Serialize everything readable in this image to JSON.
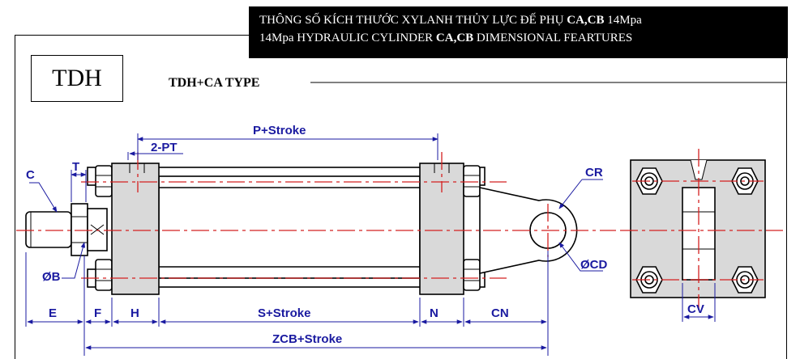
{
  "header": {
    "line1_prefix": "THÔNG SỐ KÍCH THƯỚC XYLANH THỦY LỰC ĐẾ PHỤ ",
    "line1_bold": "CA,CB",
    "line1_suffix": " 14Mpa",
    "line2_prefix": "14Mpa HYDRAULIC  CYLINDER ",
    "line2_bold": "CA,CB",
    "line2_suffix": " DIMENSIONAL  FEARTURES"
  },
  "series": "TDH",
  "type_label": "TDH+CA  TYPE",
  "dimensions": {
    "c": "C",
    "t": "T",
    "pt": "2-PT",
    "p_stroke": "P+Stroke",
    "cr": "CR",
    "ob": "ØB",
    "ocd": "ØCD",
    "e": "E",
    "f": "F",
    "h": "H",
    "s_stroke": "S+Stroke",
    "n": "N",
    "cn": "CN",
    "cv": "CV",
    "zcb_stroke": "ZCB+Stroke"
  },
  "colors": {
    "dimension": "#1a1aa0",
    "centerline": "#d42020",
    "body_fill": "#d9d9d9",
    "header_bg": "#000000"
  }
}
